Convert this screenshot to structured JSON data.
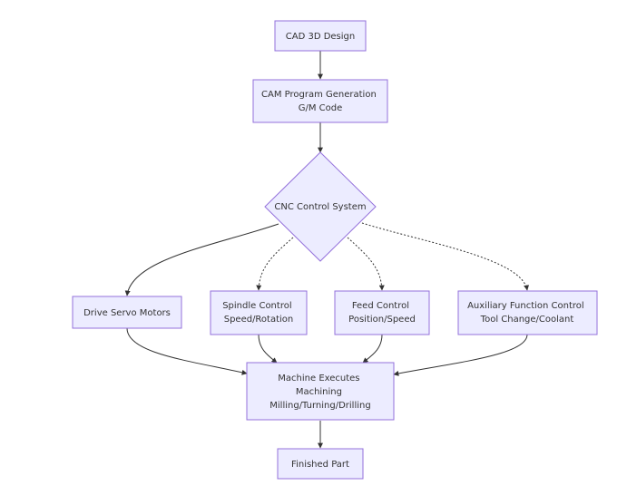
{
  "nodes": {
    "cad": {
      "lines": [
        "CAD 3D Design"
      ]
    },
    "cam": {
      "lines": [
        "CAM Program Generation",
        "G/M Code"
      ]
    },
    "cnc": {
      "lines": [
        "CNC Control System"
      ]
    },
    "servo": {
      "lines": [
        "Drive Servo Motors"
      ]
    },
    "spindle": {
      "lines": [
        "Spindle Control",
        "Speed/Rotation"
      ]
    },
    "feed": {
      "lines": [
        "Feed Control",
        "Position/Speed"
      ]
    },
    "aux": {
      "lines": [
        "Auxiliary Function Control",
        "Tool Change/Coolant"
      ]
    },
    "machine": {
      "lines": [
        "Machine Executes",
        "Machining",
        "Milling/Turning/Drilling"
      ]
    },
    "part": {
      "lines": [
        "Finished Part"
      ]
    }
  },
  "edges": [
    {
      "from": "cad",
      "to": "cam",
      "style": "solid"
    },
    {
      "from": "cam",
      "to": "cnc",
      "style": "solid"
    },
    {
      "from": "cnc",
      "to": "servo",
      "style": "solid"
    },
    {
      "from": "cnc",
      "to": "spindle",
      "style": "dotted"
    },
    {
      "from": "cnc",
      "to": "feed",
      "style": "dotted"
    },
    {
      "from": "cnc",
      "to": "aux",
      "style": "dotted"
    },
    {
      "from": "servo",
      "to": "machine",
      "style": "solid"
    },
    {
      "from": "spindle",
      "to": "machine",
      "style": "solid"
    },
    {
      "from": "feed",
      "to": "machine",
      "style": "solid"
    },
    {
      "from": "aux",
      "to": "machine",
      "style": "solid"
    },
    {
      "from": "machine",
      "to": "part",
      "style": "solid"
    }
  ]
}
